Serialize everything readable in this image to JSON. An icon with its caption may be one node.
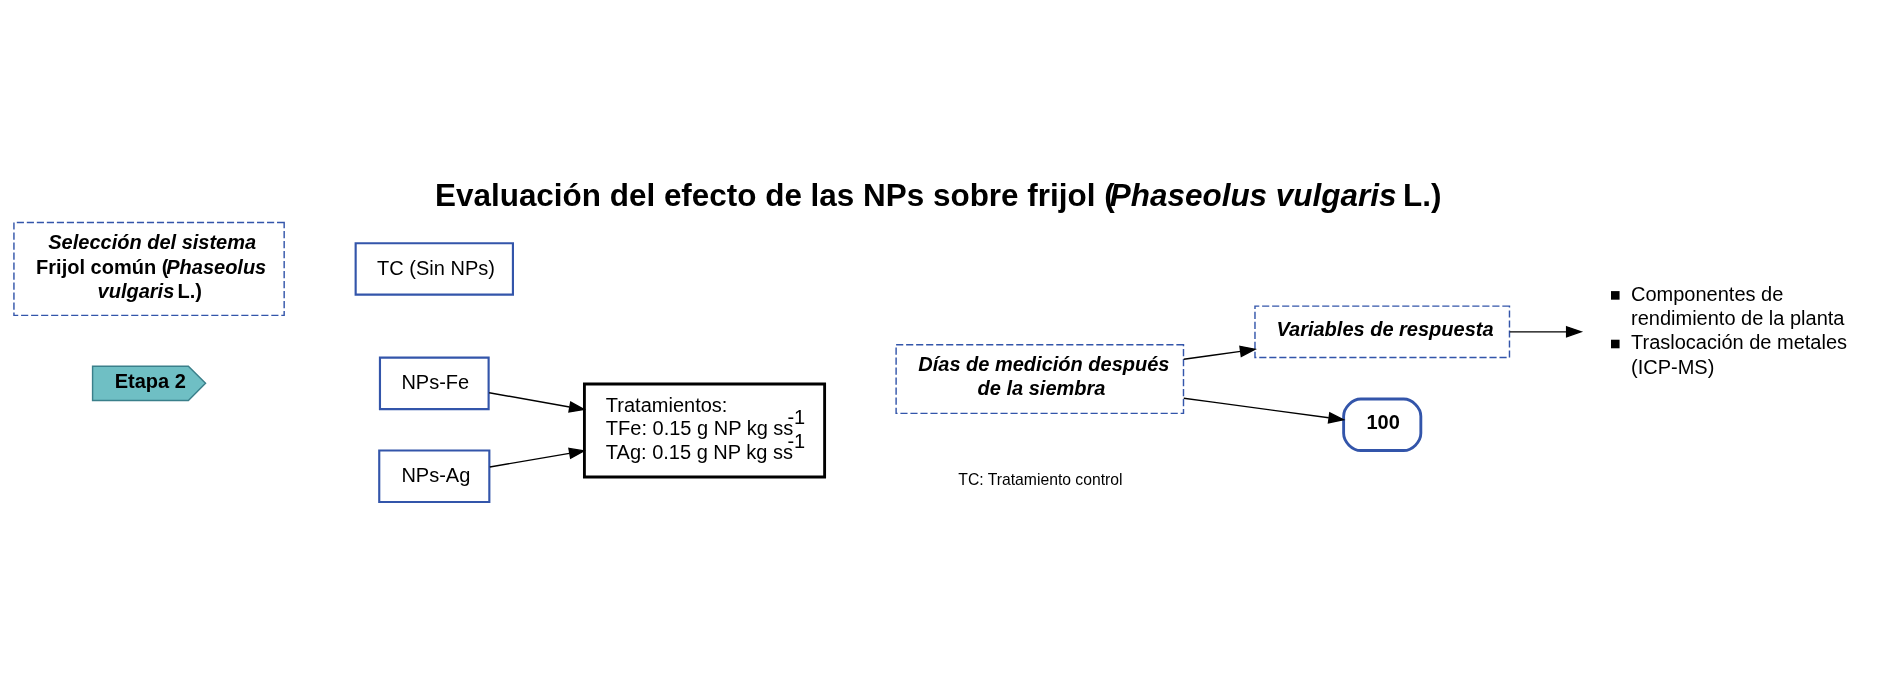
{
  "diagram": {
    "title": "Evaluación del efecto de las NPs sobre frijol (*Phaseolus vulgaris* L.)",
    "nodes": [
      {
        "text": [
          "Etapa 2"
        ]
      },
      {
        "text": [
          "*Selección del sistema*",
          "Frijol común (*Phaseolus vulgaris* L.)"
        ]
      },
      {
        "text": [
          "NPs-Fe"
        ]
      },
      {
        "text": [
          "TC (Sin NPs)"
        ]
      },
      {
        "text": [
          "NPs-Ag"
        ]
      },
      {
        "text": [
          "Tratamientos:",
          "TFe: 0.15 g NP kg ss$^{-1}$",
          "TAg: 0.15 g NP kg ss$^{-1}$"
        ]
      },
      {
        "text": [
          "*Días de medición después de la siembra*"
        ]
      },
      {
        "text": [
          "*Variables de respuesta*"
        ]
      },
      {
        "text": [
          "100"
        ]
      },
      {
        "text": [
          "Componentes de rendimiento de la planta",
          "Traslocación de metales (ICP-MS)"
        ]
      }
    ],
    "edges": [
      {
        "from": 2,
        "to": 5,
        "arrow": "to"
      },
      {
        "from": 4,
        "to": 5,
        "arrow": "to"
      },
      {
        "from": 6,
        "to": 7,
        "arrow": "to"
      },
      {
        "from": 7,
        "to": 9,
        "arrow": "to"
      },
      {
        "from": 6,
        "to": 8,
        "arrow": "to"
      }
    ],
    "labels": [
      "TC: Tratamiento control"
    ]
  }
}
